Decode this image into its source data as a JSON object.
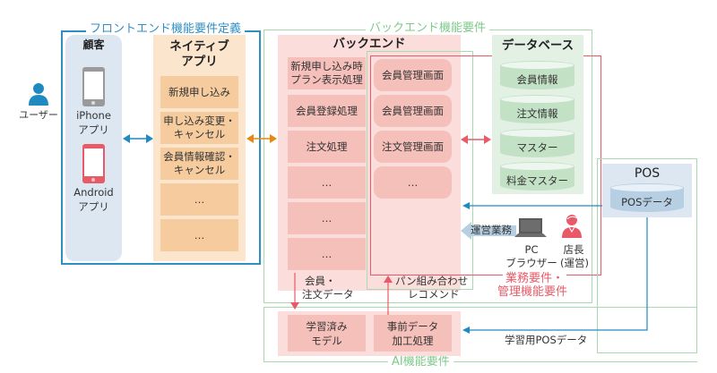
{
  "user": {
    "label": "ユーザー",
    "icon": "person-icon",
    "color": "#1f8ac0"
  },
  "frontend": {
    "frame_label": "フロントエンド機能要件定義",
    "frame_color": "#2f8fc5",
    "customer": {
      "title": "顧客",
      "devices": [
        {
          "name": "iPhone",
          "sub": "アプリ",
          "icon": "smartphone-icon",
          "color": "#9a9a9a"
        },
        {
          "name": "Android",
          "sub": "アプリ",
          "icon": "smartphone-icon",
          "color": "#e85a68"
        }
      ]
    },
    "native_app": {
      "title_line1": "ネイティブ",
      "title_line2": "アプリ",
      "items": [
        {
          "line1": "新規申し込み",
          "line2": ""
        },
        {
          "line1": "申し込み変更・",
          "line2": "キャンセル"
        },
        {
          "line1": "会員情報確認・",
          "line2": "キャンセル"
        },
        {
          "line1": "…",
          "line2": ""
        },
        {
          "line1": "…",
          "line2": ""
        }
      ]
    }
  },
  "backend": {
    "frame_label": "バックエンド機能要件",
    "frame_color": "#a9d9b0",
    "title": "バックエンド",
    "process_items": [
      {
        "line1": "新規申し込み時",
        "line2": "プラン表示処理"
      },
      {
        "line1": "会員登録処理",
        "line2": ""
      },
      {
        "line1": "注文処理",
        "line2": ""
      },
      {
        "line1": "…",
        "line2": ""
      },
      {
        "line1": "…",
        "line2": ""
      },
      {
        "line1": "…",
        "line2": ""
      }
    ],
    "management_items": [
      "会員管理画面",
      "会員管理画面",
      "注文管理画面",
      "…"
    ]
  },
  "database": {
    "title": "データベース",
    "items": [
      "会員情報",
      "注文情報",
      "マスター",
      "料金マスター"
    ]
  },
  "pos": {
    "title": "POS",
    "data_label": "POSデータ"
  },
  "operations": {
    "arrow_label": "運営業務",
    "pc_label_line1": "PC",
    "pc_label_line2": "ブラウザー",
    "manager_line1": "店長",
    "manager_line2": "(運営)",
    "frame_label_line1": "業務要件・",
    "frame_label_line2": "管理機能要件",
    "frame_color": "#e85a68"
  },
  "ai": {
    "frame_label": "AI機能要件",
    "items": [
      {
        "line1": "学習済み",
        "line2": "モデル"
      },
      {
        "line1": "事前データ",
        "line2": "加工処理"
      }
    ],
    "flow_down_line1": "会員・",
    "flow_down_line2": "注文データ",
    "flow_up_line1": "パン組み合わせ",
    "flow_up_line2": "レコメンド",
    "pos_training_label": "学習用POSデータ"
  },
  "colors": {
    "blue_arrow": "#1f8ac0",
    "orange_arrow": "#e8870f",
    "red_arrow": "#e85a68",
    "light_blue_arrow": "#b7cfe3"
  }
}
